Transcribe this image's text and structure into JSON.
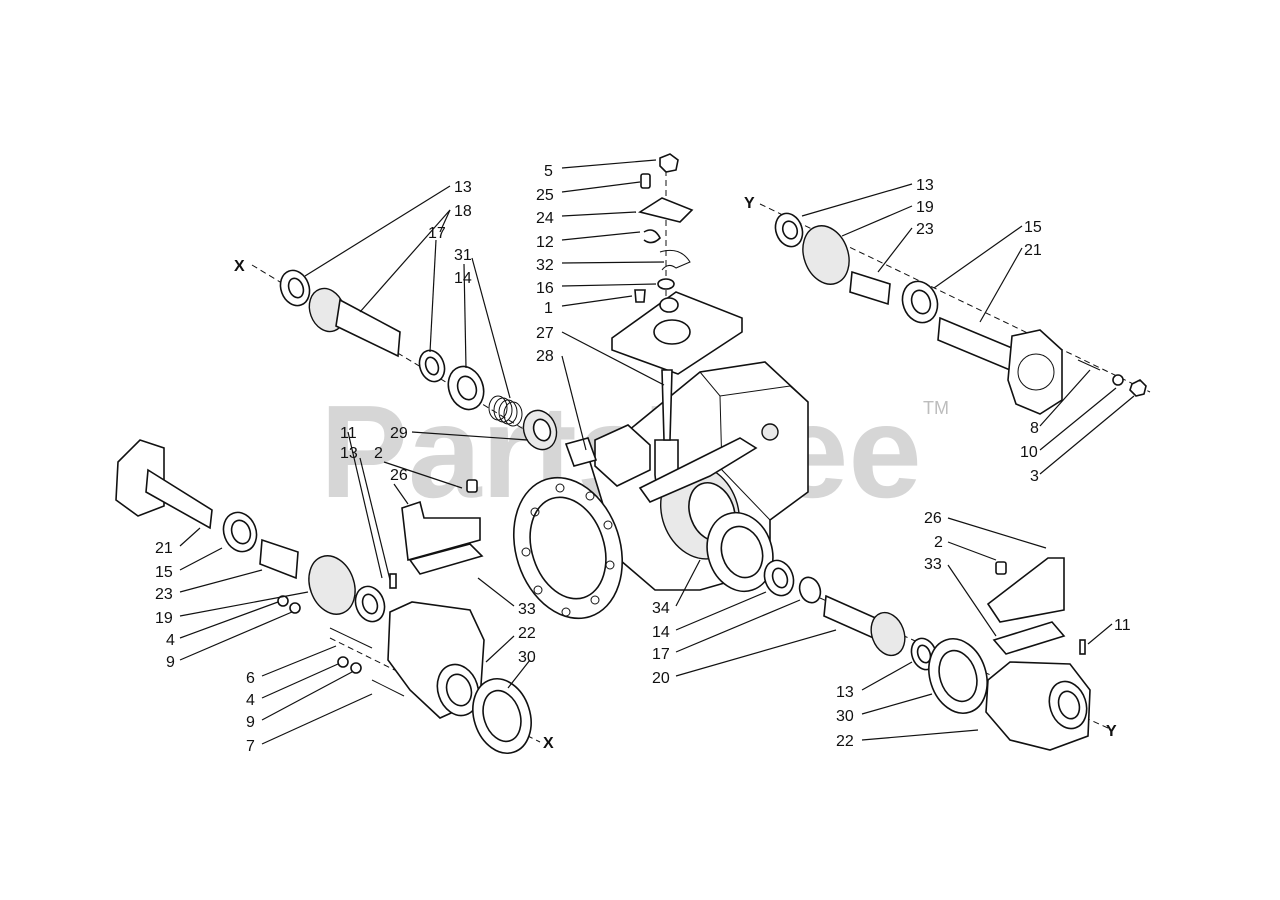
{
  "diagram": {
    "watermark": "PartsTree",
    "trademark": "TM",
    "axis_markers": [
      "X",
      "X",
      "Y",
      "Y"
    ],
    "callouts": [
      "5",
      "25",
      "24",
      "12",
      "32",
      "16",
      "1",
      "27",
      "28",
      "13",
      "18",
      "17",
      "31",
      "14",
      "29",
      "11",
      "13",
      "2",
      "26",
      "21",
      "15",
      "23",
      "19",
      "4",
      "9",
      "6",
      "4",
      "9",
      "7",
      "33",
      "22",
      "30",
      "34",
      "14",
      "17",
      "20",
      "13",
      "19",
      "23",
      "15",
      "21",
      "8",
      "10",
      "3",
      "26",
      "2",
      "33",
      "11",
      "13",
      "30",
      "22"
    ]
  }
}
